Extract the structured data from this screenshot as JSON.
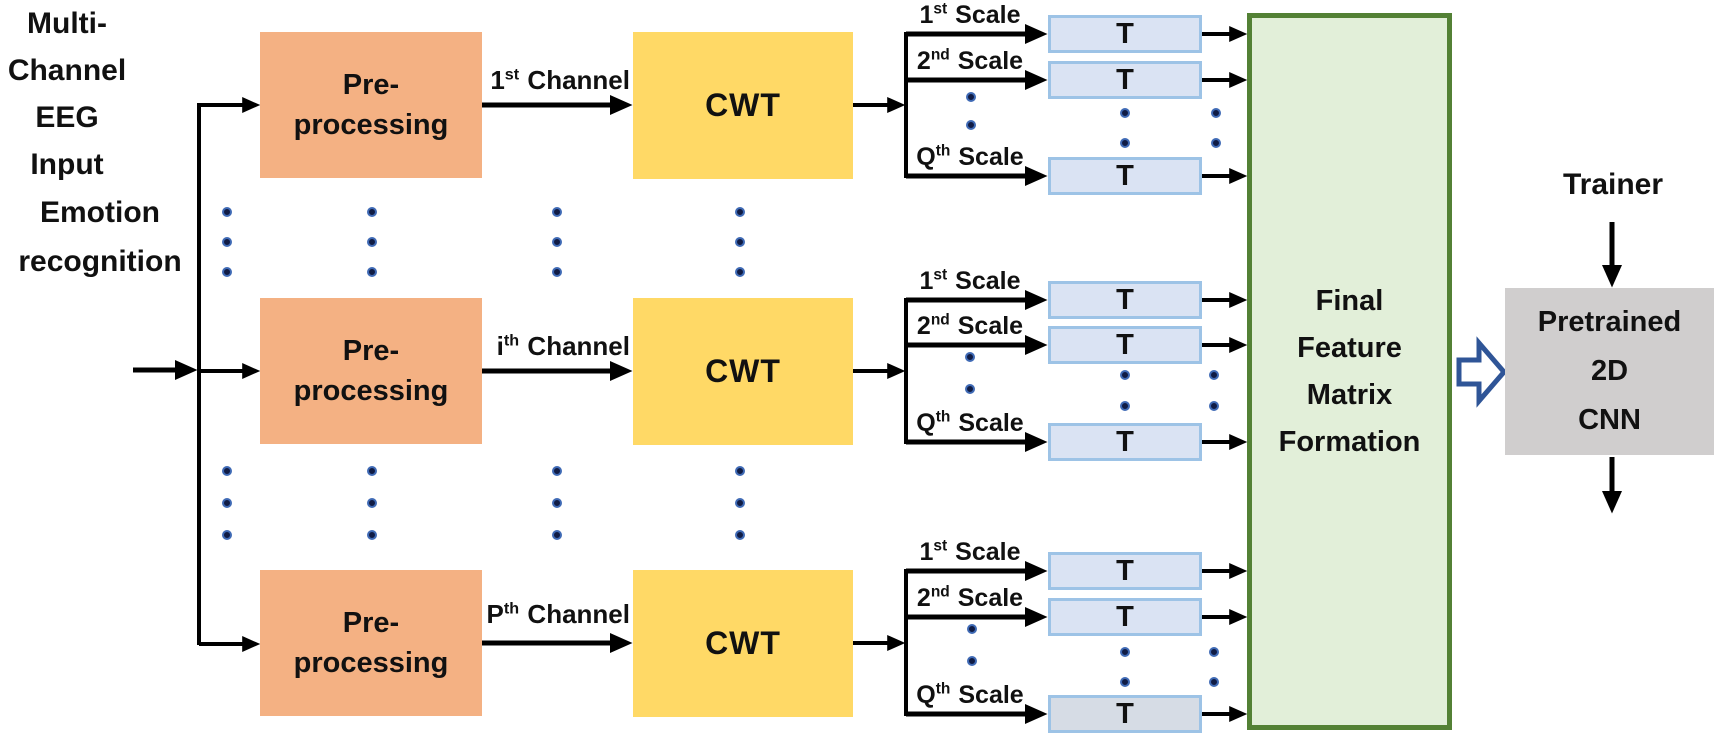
{
  "input_label": {
    "lines": [
      "Multi-",
      "Channel",
      "EEG",
      "Input"
    ]
  },
  "preprocessing_box": {
    "line1": "Pre-",
    "line2": "processing"
  },
  "cwt_box": {
    "label": "CWT"
  },
  "channels": [
    {
      "base": "1",
      "sup": "st",
      "word": "Channel"
    },
    {
      "base": "i",
      "sup": "th",
      "word": "Channel"
    },
    {
      "base": "P",
      "sup": "th",
      "word": "Channel"
    }
  ],
  "scales": [
    {
      "base": "1",
      "sup": "st",
      "word": "Scale"
    },
    {
      "base": "2",
      "sup": "nd",
      "word": "Scale"
    },
    {
      "base": "Q",
      "sup": "th",
      "word": "Scale"
    }
  ],
  "transpose_box": {
    "label": "T"
  },
  "final_feature_box": {
    "lines": [
      "Final",
      "Feature",
      "Matrix",
      "Formation"
    ]
  },
  "trainer_label": "Trainer",
  "pretrained_cnn_box": {
    "lines": [
      "Pretrained",
      "2D",
      "CNN"
    ]
  },
  "emotion_label": {
    "lines": [
      "Emotion",
      "recognition"
    ]
  },
  "colors": {
    "preprocessing_fill": "#f4b183",
    "cwt_fill": "#ffd966",
    "transpose_fill": "#dae3f3",
    "transpose_border": "#9dc3e6",
    "transpose_alt_fill": "#d6dce5",
    "final_fill": "#e2efd9",
    "final_border": "#538135",
    "cnn_fill": "#d0cece",
    "block_arrow_outline": "#2f5597",
    "ellipsis_dot": "#1f3864",
    "connector": "#000000"
  }
}
